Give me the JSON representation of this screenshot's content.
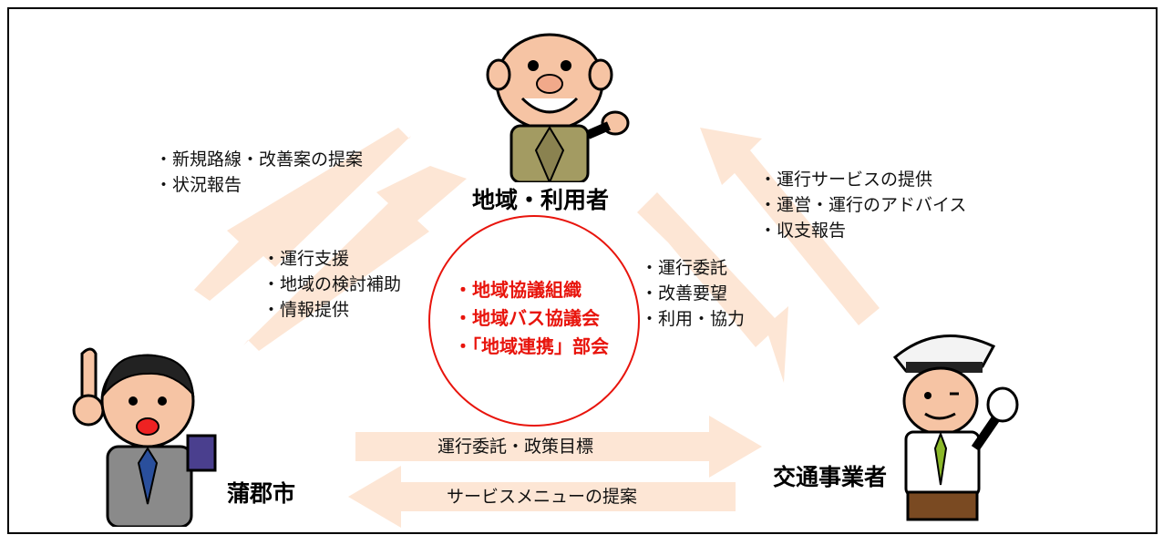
{
  "actors": {
    "community": "地域・利用者",
    "city": "蒲郡市",
    "operator": "交通事業者"
  },
  "flows": {
    "community_to_city": [
      "・新規路線・改善案の提案",
      "・状況報告"
    ],
    "city_to_community": [
      "・運行支援",
      "・地域の検討補助",
      "・情報提供"
    ],
    "community_to_operator": [
      "・運行委託",
      "・改善要望",
      "・利用・協力"
    ],
    "operator_to_community": [
      "・運行サービスの提供",
      "・運営・運行のアドバイス",
      "・収支報告"
    ],
    "city_to_operator": "運行委託・政策目標",
    "operator_to_city": "サービスメニューの提案"
  },
  "center": [
    "・地域協議組織",
    "・地域バス協議会",
    "・「地域連携」部会"
  ],
  "colors": {
    "arrow": "#fde6d5",
    "center_text": "#e8140c",
    "circle": "#e8140c"
  },
  "icons": [
    "elderly-man-thumbs-up-icon",
    "businessman-pointing-icon",
    "bus-driver-thumbs-up-icon"
  ]
}
